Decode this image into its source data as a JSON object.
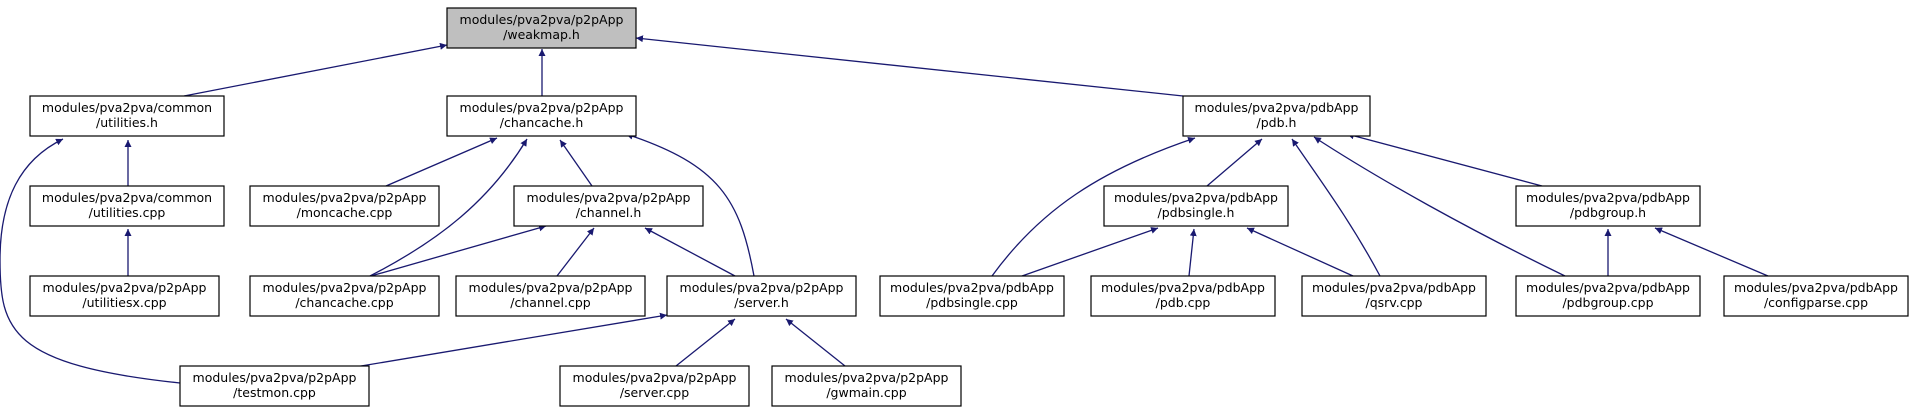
{
  "diagram": {
    "type": "include-dependency-graph",
    "edge_color": "#191970",
    "root_fill": "#bfbfbf",
    "nodes": {
      "weakmap_h": {
        "line1": "modules/pva2pva/p2pApp",
        "line2": "/weakmap.h"
      },
      "utilities_h": {
        "line1": "modules/pva2pva/common",
        "line2": "/utilities.h"
      },
      "chancache_h": {
        "line1": "modules/pva2pva/p2pApp",
        "line2": "/chancache.h"
      },
      "pdb_h": {
        "line1": "modules/pva2pva/pdbApp",
        "line2": "/pdb.h"
      },
      "utilities_cpp": {
        "line1": "modules/pva2pva/common",
        "line2": "/utilities.cpp"
      },
      "moncache_cpp": {
        "line1": "modules/pva2pva/p2pApp",
        "line2": "/moncache.cpp"
      },
      "channel_h": {
        "line1": "modules/pva2pva/p2pApp",
        "line2": "/channel.h"
      },
      "pdbsingle_h": {
        "line1": "modules/pva2pva/pdbApp",
        "line2": "/pdbsingle.h"
      },
      "pdbgroup_h": {
        "line1": "modules/pva2pva/pdbApp",
        "line2": "/pdbgroup.h"
      },
      "utilitiesx_cpp": {
        "line1": "modules/pva2pva/p2pApp",
        "line2": "/utilitiesx.cpp"
      },
      "chancache_cpp": {
        "line1": "modules/pva2pva/p2pApp",
        "line2": "/chancache.cpp"
      },
      "channel_cpp": {
        "line1": "modules/pva2pva/p2pApp",
        "line2": "/channel.cpp"
      },
      "server_h": {
        "line1": "modules/pva2pva/p2pApp",
        "line2": "/server.h"
      },
      "pdbsingle_cpp": {
        "line1": "modules/pva2pva/pdbApp",
        "line2": "/pdbsingle.cpp"
      },
      "pdb_cpp": {
        "line1": "modules/pva2pva/pdbApp",
        "line2": "/pdb.cpp"
      },
      "qsrv_cpp": {
        "line1": "modules/pva2pva/pdbApp",
        "line2": "/qsrv.cpp"
      },
      "pdbgroup_cpp": {
        "line1": "modules/pva2pva/pdbApp",
        "line2": "/pdbgroup.cpp"
      },
      "configparse_cpp": {
        "line1": "modules/pva2pva/pdbApp",
        "line2": "/configparse.cpp"
      },
      "testmon_cpp": {
        "line1": "modules/pva2pva/p2pApp",
        "line2": "/testmon.cpp"
      },
      "server_cpp": {
        "line1": "modules/pva2pva/p2pApp",
        "line2": "/server.cpp"
      },
      "gwmain_cpp": {
        "line1": "modules/pva2pva/p2pApp",
        "line2": "/gwmain.cpp"
      }
    }
  }
}
